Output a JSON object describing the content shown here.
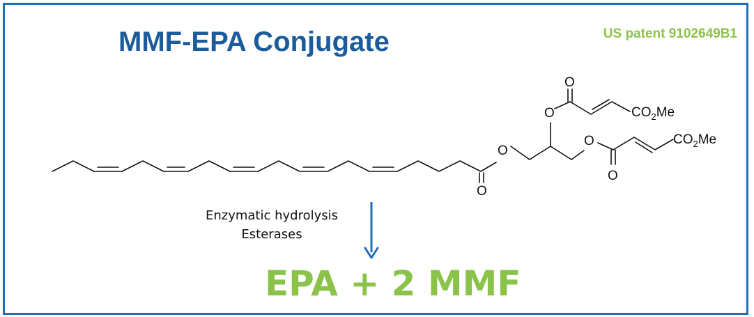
{
  "title": "MMF-EPA Conjugate",
  "patent": "US patent 9102649B1",
  "molecule": {
    "oxygen_symbol": "O",
    "ester_group_main": "CO",
    "ester_group_sub": "2",
    "ester_group_tail": "Me"
  },
  "reaction": {
    "condition_line1": "Enzymatic hydrolysis",
    "condition_line2": "Esterases",
    "products": "EPA + 2 MMF"
  },
  "colors": {
    "title": "#1d5c9c",
    "accent_green": "#8bc34a",
    "frame": "#1f6fb8",
    "arrow": "#1f6fb8"
  }
}
